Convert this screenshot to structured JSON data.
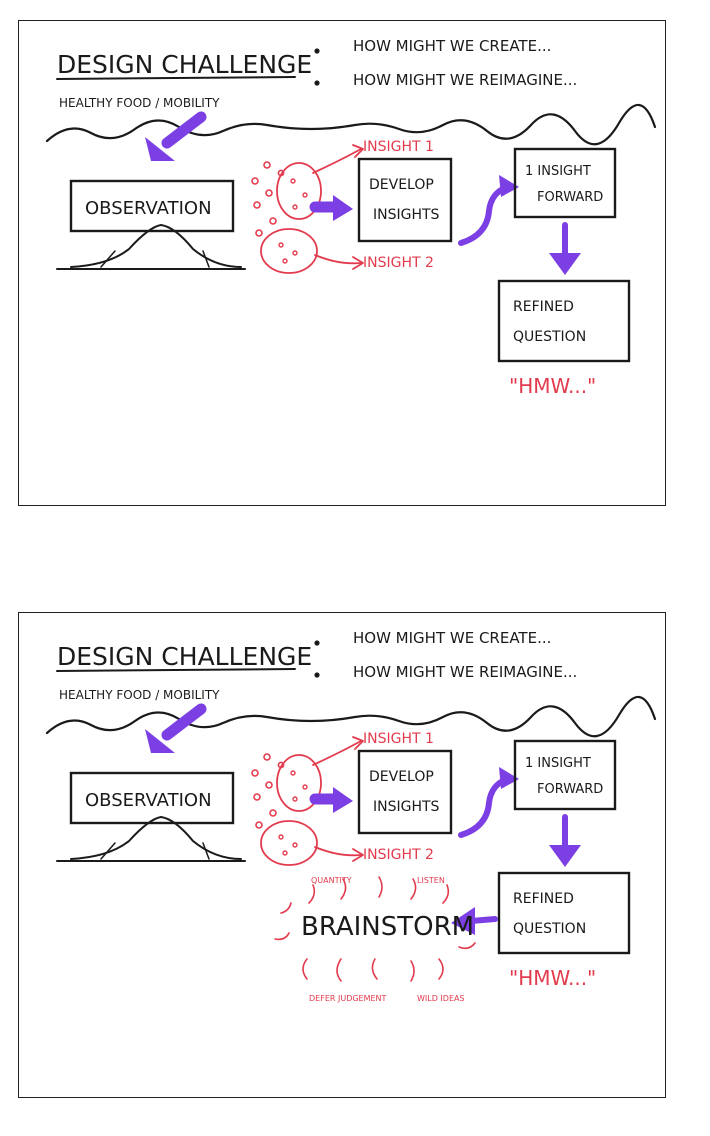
{
  "panels": [
    {
      "title": "DESIGN CHALLENGE",
      "subtitle": "HEALTHY FOOD / MOBILITY",
      "questions": [
        "HOW MIGHT WE CREATE...",
        "HOW MIGHT WE REIMAGINE..."
      ],
      "observation": "OBSERVATION",
      "insight1": "INSIGHT 1",
      "insight2": "INSIGHT 2",
      "develop": [
        "DEVELOP",
        "INSIGHTS"
      ],
      "forward": [
        "1 INSIGHT",
        "FORWARD"
      ],
      "refined": [
        "REFINED",
        "QUESTION"
      ],
      "hmw": "\"HMW...\""
    },
    {
      "title": "DESIGN CHALLENGE",
      "subtitle": "HEALTHY FOOD / MOBILITY",
      "questions": [
        "HOW MIGHT WE CREATE...",
        "HOW MIGHT WE REIMAGINE..."
      ],
      "observation": "OBSERVATION",
      "insight1": "INSIGHT 1",
      "insight2": "INSIGHT 2",
      "develop": [
        "DEVELOP",
        "INSIGHTS"
      ],
      "forward": [
        "1 INSIGHT",
        "FORWARD"
      ],
      "refined": [
        "REFINED",
        "QUESTION"
      ],
      "hmw": "\"HMW...\"",
      "brainstorm": "BRAINSTORM",
      "brainstorm_notes": [
        "QUANTITY",
        "LISTEN",
        "DEFER JUDGEMENT",
        "WILD IDEAS"
      ]
    }
  ],
  "colors": {
    "ink": "#1a1a1a",
    "red": "#e23b4d",
    "arrow": "#7b3fe4"
  }
}
